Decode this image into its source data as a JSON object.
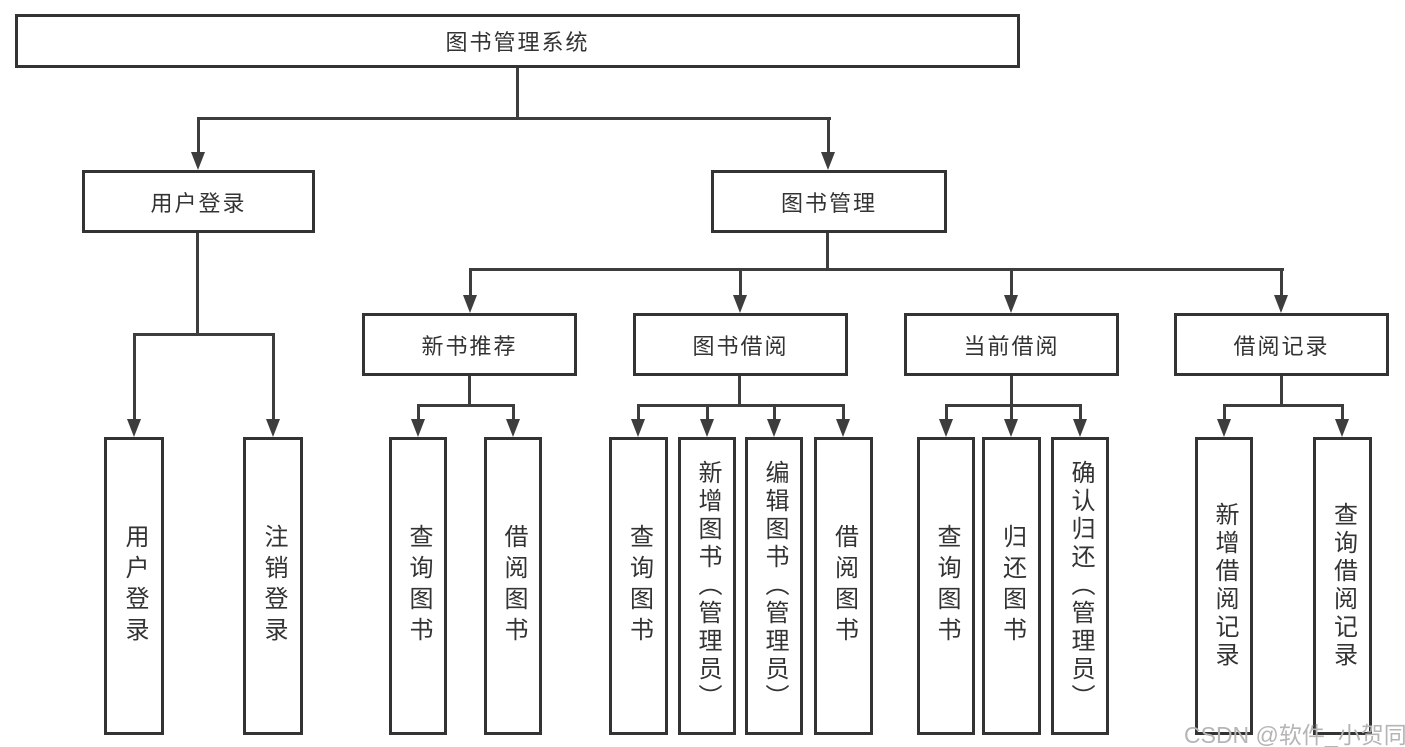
{
  "chart": {
    "title": "图书管理系统",
    "watermark": "CSDN @软件_小贺同学",
    "accent_colors": {
      "line": "#3d3d3d",
      "border": "#333333",
      "text": "#333333",
      "watermark": "#b5b5b5"
    },
    "nodes": {
      "root": "图书管理系统",
      "user_login": "用户登录",
      "book_mgmt": "图书管理",
      "new_books": "新书推荐",
      "book_borrow": "图书借阅",
      "current_borrow": "当前借阅",
      "borrow_records": "借阅记录",
      "login": "用户登录",
      "logout": "注销登录",
      "nb_query_books": "查询图书",
      "nb_borrow_books": "借阅图书",
      "bb_query_books": "查询图书",
      "bb_add_books": "新增图书（管理员）",
      "bb_edit_books": "编辑图书（管理员）",
      "bb_borrow_books": "借阅图书",
      "cb_query_books": "查询图书",
      "cb_return_books": "归还图书",
      "cb_confirm_return": "确认归还（管理员）",
      "br_add_record": "新增借阅记录",
      "br_query_record": "查询借阅记录"
    },
    "hierarchy": {
      "图书管理系统": {
        "用户登录": [
          "用户登录",
          "注销登录"
        ],
        "图书管理": {
          "新书推荐": [
            "查询图书",
            "借阅图书"
          ],
          "图书借阅": [
            "查询图书",
            "新增图书（管理员）",
            "编辑图书（管理员）",
            "借阅图书"
          ],
          "当前借阅": [
            "查询图书",
            "归还图书",
            "确认归还（管理员）"
          ],
          "借阅记录": [
            "新增借阅记录",
            "查询借阅记录"
          ]
        }
      }
    }
  }
}
